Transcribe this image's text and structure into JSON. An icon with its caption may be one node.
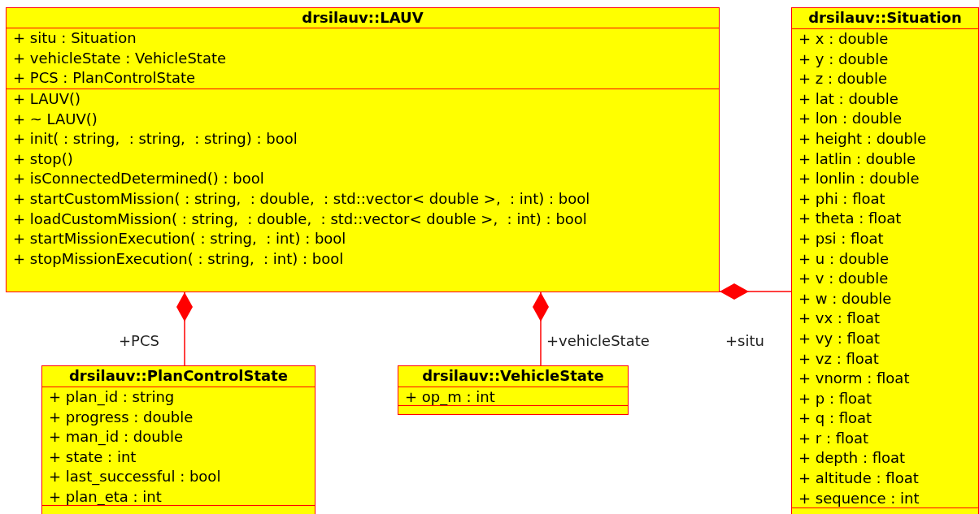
{
  "diagram": {
    "nodes": [
      {
        "text": [
          "drsilauv::LAUV"
        ]
      },
      {
        "text": [
          "+ situ : Situation",
          "+ vehicleState : VehicleState",
          "+ PCS : PlanControlState"
        ],
        "in": 0
      },
      {
        "text": [
          "+ LAUV()",
          "+ ~ LAUV()",
          "+ init( : string,  : string,  : string) : bool",
          "+ stop()",
          "+ isConnectedDetermined() : bool",
          "+ startCustomMission( : string,  : double,  : std::vector< double >,  : int) : bool",
          "+ loadCustomMission( : string,  : double,  : std::vector< double >,  : int) : bool",
          "+ startMissionExecution( : string,  : int) : bool",
          "+ stopMissionExecution( : string,  : int) : bool"
        ],
        "in": 0
      },
      {
        "text": [
          "drsilauv::Situation"
        ]
      },
      {
        "text": [
          "+ x : double",
          "+ y : double",
          "+ z : double",
          "+ lat : double",
          "+ lon : double",
          "+ height : double",
          "+ latlin : double",
          "+ lonlin : double",
          "+ phi : float",
          "+ theta : float",
          "+ psi : float",
          "+ u : double",
          "+ v : double",
          "+ w : double",
          "+ vx : float",
          "+ vy : float",
          "+ vz : float",
          "+ vnorm : float",
          "+ p : float",
          "+ q : float",
          "+ r : float",
          "+ depth : float",
          "+ altitude : float",
          "+ sequence : int"
        ],
        "in": 3
      },
      {
        "text": [],
        "shape": "box",
        "in": 3
      },
      {
        "text": [
          "drsilauv::PlanControlState"
        ]
      },
      {
        "text": [
          "+ plan_id : string",
          "+ progress : double",
          "+ man_id : double",
          "+ state : int",
          "+ last_successful : bool",
          "+ plan_eta : int"
        ],
        "in": 6
      },
      {
        "text": [],
        "shape": "box",
        "in": 6
      },
      {
        "text": [
          "drsilauv::VehicleState"
        ]
      },
      {
        "text": [
          "+ op_m : int"
        ],
        "in": 9
      },
      {
        "text": [],
        "shape": "box",
        "in": 9
      }
    ],
    "edges": [
      {
        "from": 0,
        "to": 6,
        "arrow": "other",
        "label": "+PCS"
      },
      {
        "from": 0,
        "to": 9,
        "arrow": "other",
        "label": "+vehicleState"
      },
      {
        "from": 0,
        "to": 3,
        "arrow": "other",
        "label": "+situ"
      }
    ]
  }
}
